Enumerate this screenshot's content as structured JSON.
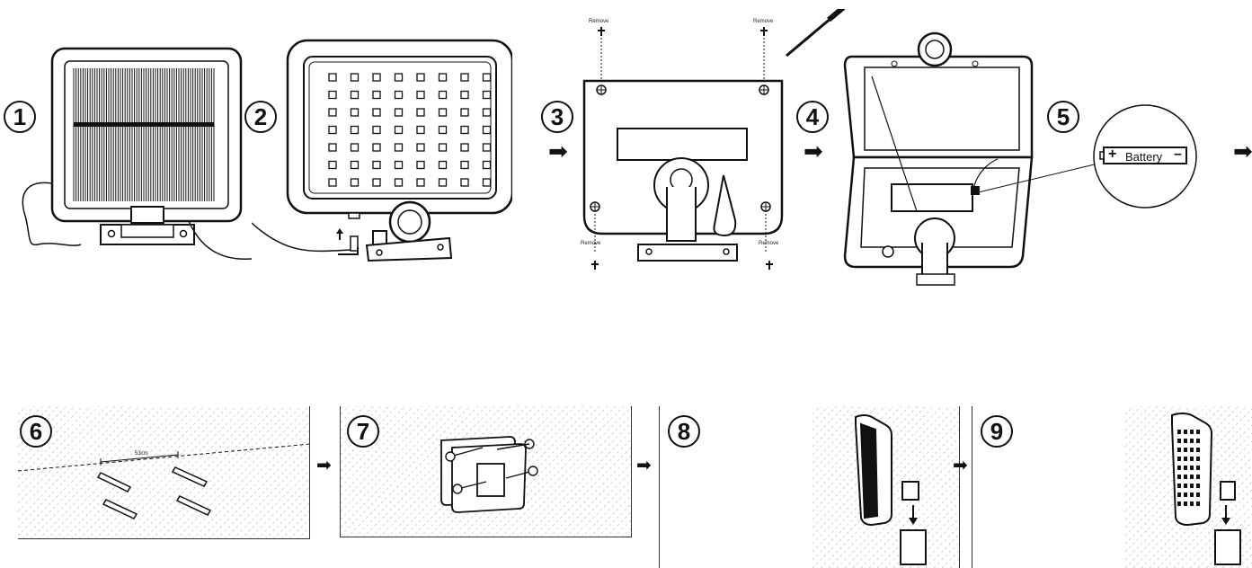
{
  "steps": [
    "1",
    "2",
    "3",
    "4",
    "5",
    "6",
    "7",
    "8",
    "9"
  ],
  "remove_label": "Remove",
  "battery": {
    "plus": "+",
    "label": "Battery",
    "minus": "–"
  },
  "spacing_label": "53cm",
  "arrow_glyph": "➡",
  "colors": {
    "ink": "#111111",
    "hatch": "#c8c8c8"
  }
}
